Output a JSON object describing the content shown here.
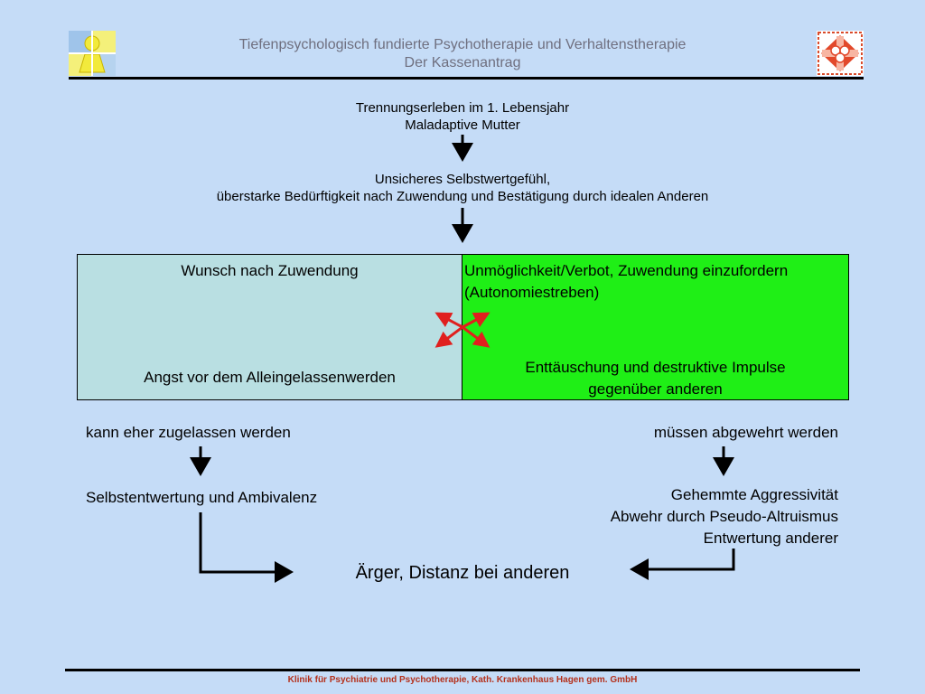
{
  "header": {
    "title_line1": "Tiefenpsychologisch fundierte Psychotherapie und Verhaltenstherapie",
    "title_line2": "Der Kassenantrag",
    "left_logo_icon": "puzzle-figure-logo-icon",
    "right_logo_icon": "cross-emblem-logo-icon"
  },
  "flow": {
    "step1_line1": "Trennungserleben im 1. Lebensjahr",
    "step1_line2": "Maladaptive Mutter",
    "step2_line1": "Unsicheres Selbstwertgefühl,",
    "step2_line2": "überstarke Bedürftigkeit nach Zuwendung und Bestätigung durch idealen Anderen"
  },
  "conflict": {
    "left_top": "Wunsch nach Zuwendung",
    "left_bottom": "Angst vor dem Alleingelassenwerden",
    "right_top_line1": "Unmöglichkeit/Verbot, Zuwendung einzufordern",
    "right_top_line2": "(Autonomiestreben)",
    "right_bottom_line1": "Enttäuschung und destruktive Impulse",
    "right_bottom_line2": "gegenüber anderen",
    "left_color": "#b9dfe2",
    "right_color": "#1fef16",
    "cross_color": "#e0201e"
  },
  "left_branch": {
    "label": "kann eher zugelassen werden",
    "result": "Selbstentwertung und Ambivalenz"
  },
  "right_branch": {
    "label": "müssen abgewehrt werden",
    "result_line1": "Gehemmte Aggressivität",
    "result_line2": "Abwehr durch Pseudo-Altruismus",
    "result_line3": "Entwertung anderer"
  },
  "outcome": "Ärger, Distanz bei anderen",
  "footer": "Klinik für Psychiatrie und Psychotherapie, Kath. Krankenhaus Hagen gem. GmbH"
}
